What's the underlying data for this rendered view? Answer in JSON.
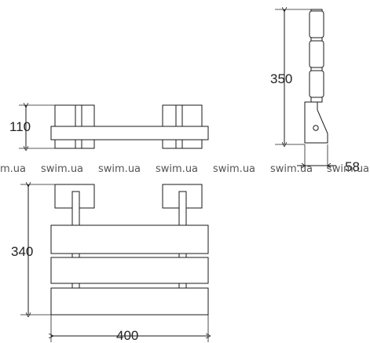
{
  "dimensions": {
    "top_height": "110",
    "side_height": "350",
    "side_depth": "58",
    "front_height": "340",
    "front_width": "400"
  },
  "watermark": {
    "text": "swim.ua",
    "fragment_left": "m.ua"
  },
  "colors": {
    "line": "#1a1a1a",
    "text": "#222222",
    "watermark": "#555555"
  }
}
